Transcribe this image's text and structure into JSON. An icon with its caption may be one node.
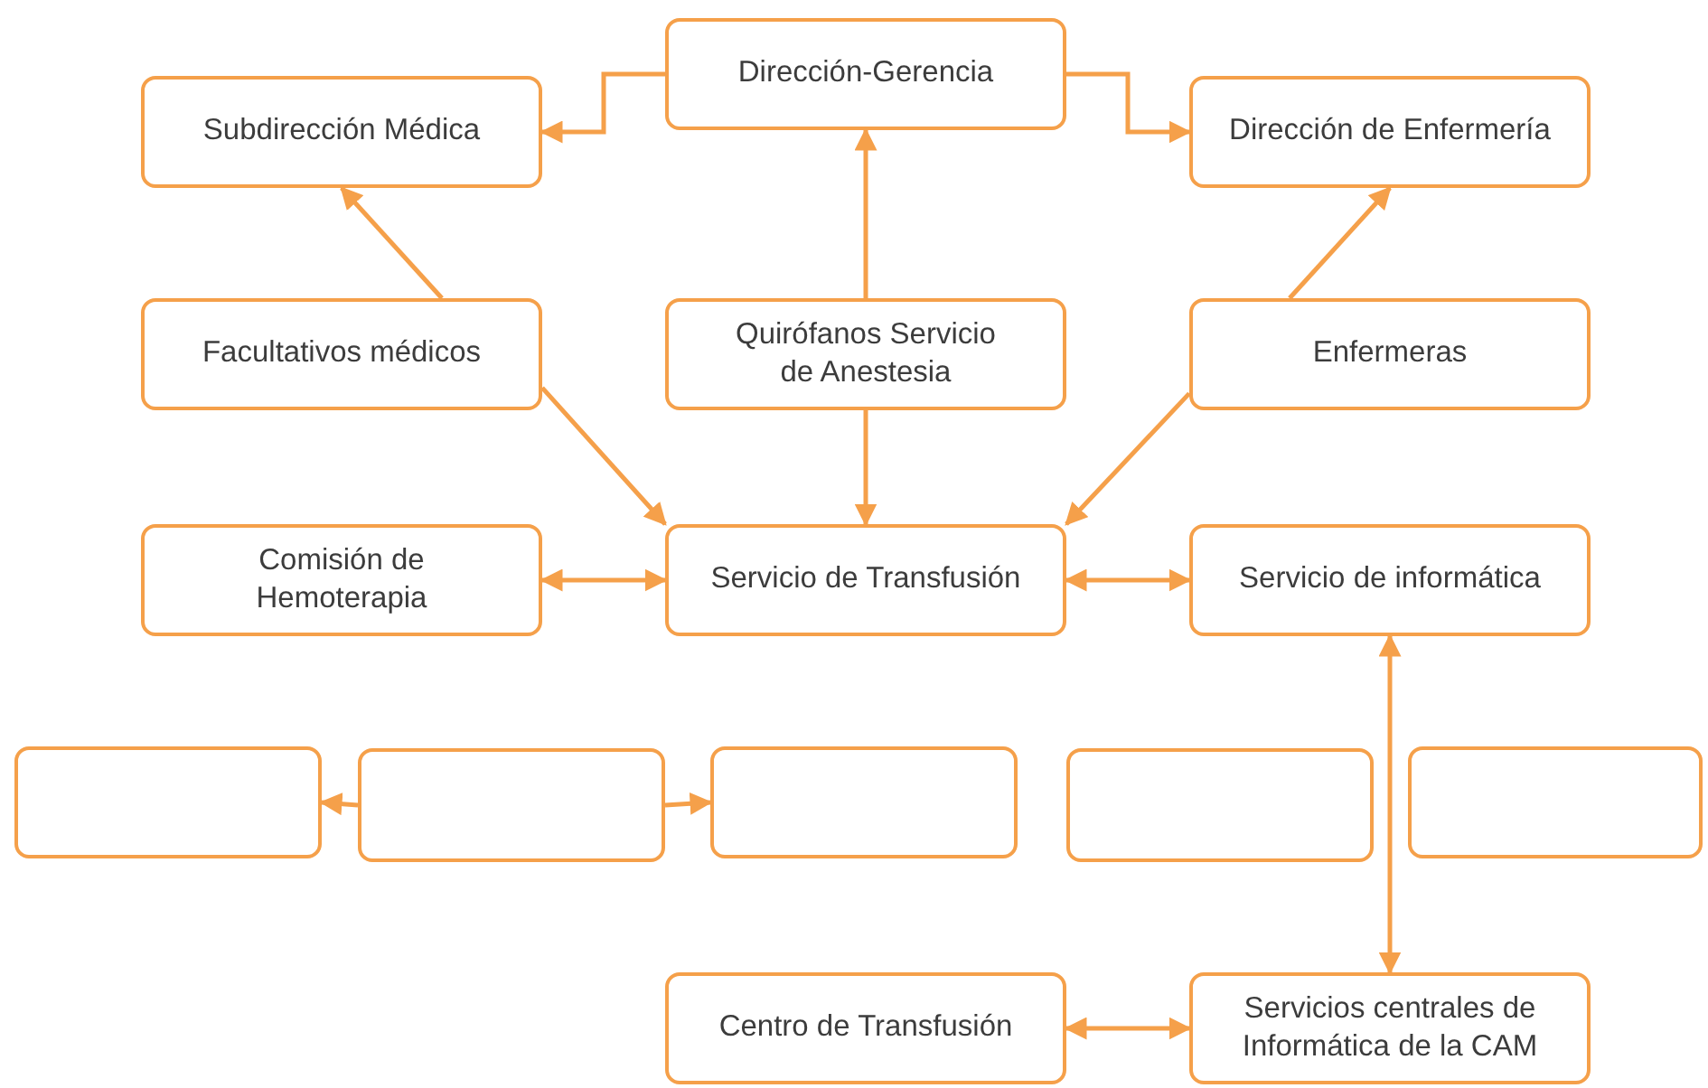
{
  "diagram": {
    "nodes": [
      {
        "text": [
          "Dirección-Gerencia"
        ]
      },
      {
        "text": [
          "Subdirección Médica"
        ]
      },
      {
        "text": [
          "Dirección de Enfermería"
        ]
      },
      {
        "text": [
          "Facultativos médicos"
        ]
      },
      {
        "text": [
          "Quirófanos Servicio de Anestesia"
        ]
      },
      {
        "text": [
          "Enfermeras"
        ]
      },
      {
        "text": [
          "Comisión de Hemoterapia"
        ]
      },
      {
        "text": [
          "Servicio de Transfusión"
        ]
      },
      {
        "text": [
          "Servicio de informática"
        ]
      },
      {
        "text": [],
        "shape": "box"
      },
      {
        "text": [],
        "shape": "box"
      },
      {
        "text": [],
        "shape": "box"
      },
      {
        "text": [],
        "shape": "box"
      },
      {
        "text": [],
        "shape": "box"
      },
      {
        "text": [
          "Centro de Transfusión"
        ]
      },
      {
        "text": [
          "Servicios centrales de Informática de la CAM"
        ]
      }
    ],
    "edges": [
      {
        "from": 0,
        "to": 1,
        "arrow": "to"
      },
      {
        "from": 0,
        "to": 2,
        "arrow": "to"
      },
      {
        "from": 4,
        "to": 0,
        "arrow": "to"
      },
      {
        "from": 3,
        "to": 1,
        "arrow": "to"
      },
      {
        "from": 5,
        "to": 2,
        "arrow": "to"
      },
      {
        "from": 3,
        "to": 7,
        "arrow": "to"
      },
      {
        "from": 4,
        "to": 7,
        "arrow": "to"
      },
      {
        "from": 5,
        "to": 7,
        "arrow": "to"
      },
      {
        "from": 6,
        "to": 7,
        "arrow": "both"
      },
      {
        "from": 7,
        "to": 8,
        "arrow": "both"
      },
      {
        "from": 10,
        "to": 9,
        "arrow": "to"
      },
      {
        "from": 10,
        "to": 11,
        "arrow": "to"
      },
      {
        "from": 8,
        "to": 15,
        "arrow": "both"
      },
      {
        "from": 14,
        "to": 15,
        "arrow": "both"
      }
    ]
  }
}
